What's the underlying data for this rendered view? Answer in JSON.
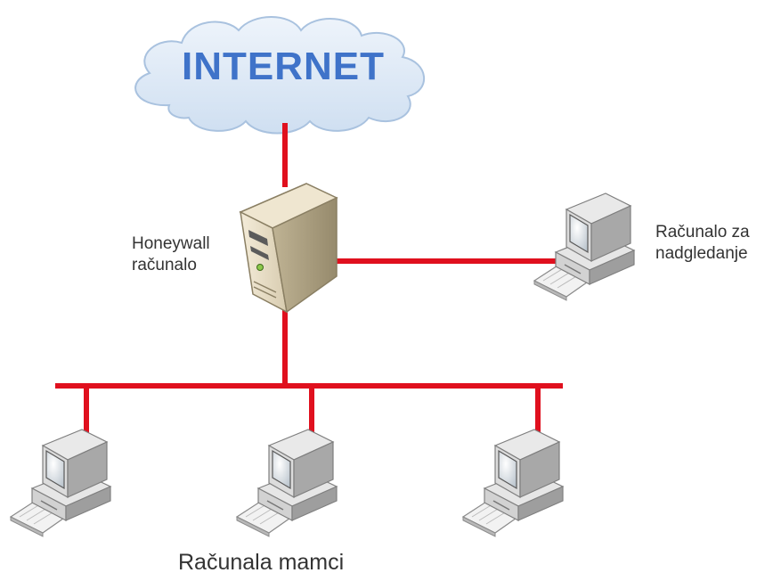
{
  "internet": {
    "label": "INTERNET"
  },
  "honeywall": {
    "line1": "Honeywall",
    "line2": "računalo"
  },
  "monitor_pc": {
    "line1": "Računalo za",
    "line2": "nadgledanje"
  },
  "decoys": {
    "label": "Računala mamci",
    "count": 3
  },
  "colors": {
    "link": "#e0101e",
    "cloud_fill": "#dbe8f6",
    "cloud_stroke": "#a9c2df",
    "internet_text": "#3f73c9",
    "label_text": "#333333"
  },
  "icons": {
    "cloud": "cloud-icon",
    "server": "server-tower-icon",
    "workstation": "desktop-computer-icon"
  }
}
